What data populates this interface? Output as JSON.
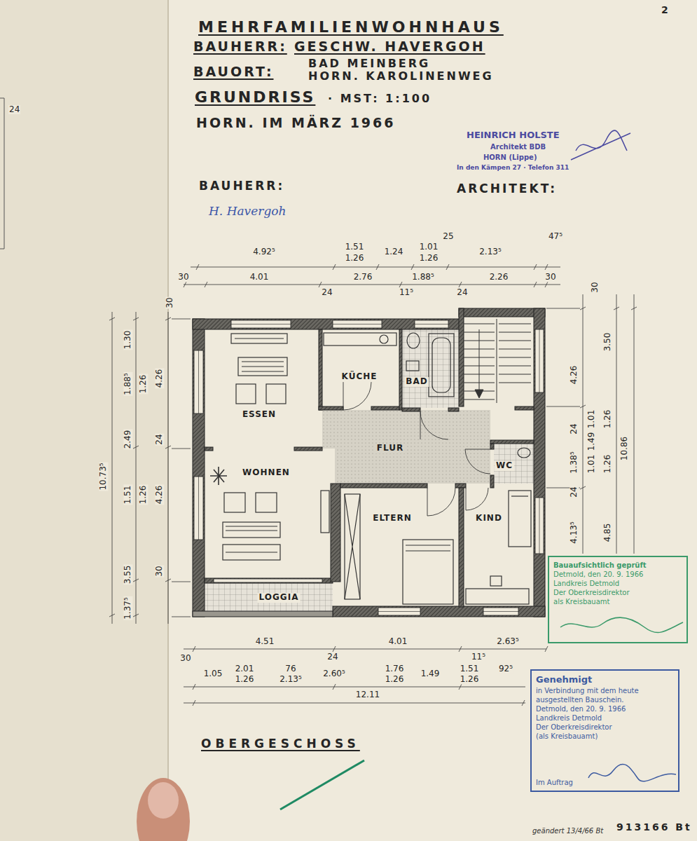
{
  "diagram": {
    "title": "MEHRFAMILIENWOHNHAUS",
    "nodes": [
      {
        "text": [
          "ESSEN"
        ]
      },
      {
        "text": [
          "KÜCHE"
        ]
      },
      {
        "text": [
          "BAD"
        ]
      },
      {
        "text": [
          "FLUR"
        ]
      },
      {
        "text": [
          "WOHNEN"
        ]
      },
      {
        "text": [
          "WC"
        ]
      },
      {
        "text": [
          "ELTERN"
        ]
      },
      {
        "text": [
          "KIND"
        ]
      },
      {
        "text": [
          "LOGGIA"
        ]
      },
      {
        "text": [
          "Bauaufsichtlich geprüft",
          "Detmold, den 20. 9. 1966",
          "Landkreis Detmold",
          "Der Oberkreisdirektor",
          "als Kreisbauamt"
        ]
      },
      {
        "text": [
          "Genehmigt",
          "in Verbindung mit dem heute ausgestellten Bauschein.",
          "Detmold, den 20. 9. 1966",
          "Landkreis Detmold",
          "Der Oberkreisdirektor",
          "(als Kreisbauamt)",
          "Im Auftrag"
        ]
      }
    ],
    "labels": [
      "2",
      "BAUHERR:",
      "GESCHW. HAVERGOH",
      "BAD MEINBERG",
      "BAUORT:",
      "HORN. KAROLINENWEG",
      "GRUNDRISS",
      "· MST: 1:100",
      "HORN. IM MÄRZ 1966",
      "HEINRICH HOLSTE",
      "Architekt BDB",
      "HORN (Lippe)",
      "In den Kämpen 27 · Telefon 311",
      "BAUHERR:",
      "ARCHITEKT:",
      "H. Havergoh",
      "24",
      "4.92⁵",
      "1.51",
      "1.26",
      "1.24",
      "1.01",
      "1.26",
      "25",
      "2.13⁵",
      "47⁵",
      "30",
      "4.01",
      "24",
      "2.76",
      "11⁵",
      "1.88⁵",
      "24",
      "2.26",
      "30",
      "30",
      "30",
      "10.73⁵",
      "1.30",
      "1.88⁵",
      "1.26",
      "4.26",
      "2.49",
      "24",
      "1.51",
      "1.26",
      "4.26",
      "3.55",
      "30",
      "1.37⁵",
      "4.26",
      "3.50",
      "24",
      "1.01",
      "1.26",
      "1.49",
      "1.01",
      "1.26",
      "10.86",
      "1.38⁵",
      "24",
      "4.13⁵",
      "4.85",
      "4.51",
      "24",
      "4.01",
      "11⁵",
      "2.63⁵",
      "30",
      "1.05",
      "2.01",
      "1.26",
      "76",
      "2.13⁵",
      "2.60⁵",
      "1.76",
      "1.26",
      "1.49",
      "1.51",
      "1.26",
      "92⁵",
      "12.11",
      "OBERGESCHOSS",
      "geändert 13/4/66 Bt",
      "913166 Bt"
    ]
  }
}
